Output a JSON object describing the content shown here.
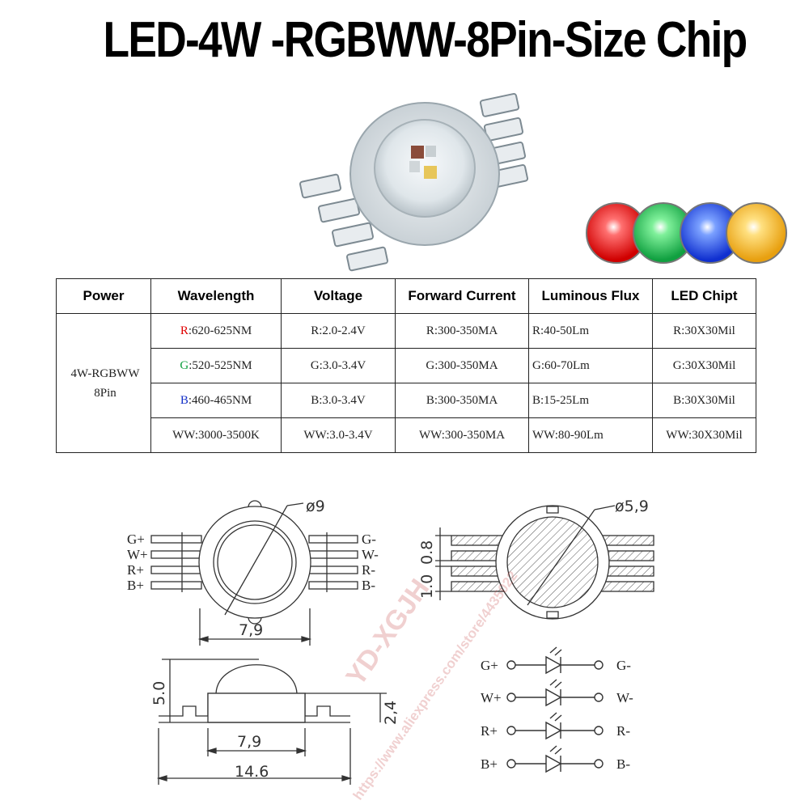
{
  "title": "LED-4W -RGBWW-8Pin-Size Chip",
  "table": {
    "headers": [
      "Power",
      "Wavelength",
      "Voltage",
      "Forward Current",
      "Luminous Flux",
      "LED Chipt"
    ],
    "power_line1": "4W-RGBWW",
    "power_line2": "8Pin",
    "rows": [
      {
        "wl_prefix": "R",
        "wl_value": ":620-625NM",
        "voltage": "R:2.0-2.4V",
        "current": "R:300-350MA",
        "flux": "R:40-50Lm",
        "chip": "R:30X30Mil"
      },
      {
        "wl_prefix": "G",
        "wl_value": ":520-525NM",
        "voltage": "G:3.0-3.4V",
        "current": "G:300-350MA",
        "flux": "G:60-70Lm",
        "chip": "G:30X30Mil"
      },
      {
        "wl_prefix": "B",
        "wl_value": ":460-465NM",
        "voltage": "B:3.0-3.4V",
        "current": "B:300-350MA",
        "flux": "B:15-25Lm",
        "chip": "B:30X30Mil"
      },
      {
        "wl_prefix": "",
        "wl_value": "WW:3000-3500K",
        "voltage": "WW:3.0-3.4V",
        "current": "WW:300-350MA",
        "flux": "WW:80-90Lm",
        "chip": "WW:30X30Mil"
      }
    ]
  },
  "colors": {
    "red": "#e00000",
    "green": "#10a040",
    "blue": "#1430c8",
    "warm_white": "#f0b020"
  },
  "drawing": {
    "top_diameter": "ø9",
    "top_width": "7,9",
    "bottom_diameter": "ø5,9",
    "pitch_a": "0.8",
    "pitch_b": "1.0",
    "side_height": "5.0",
    "side_body_height": "2,4",
    "side_body_width": "7,9",
    "side_total_width": "14.6",
    "pins_left": [
      "G+",
      "W+",
      "R+",
      "B+"
    ],
    "pins_right": [
      "G-",
      "W-",
      "R-",
      "B-"
    ],
    "schematic_left": [
      "G+",
      "W+",
      "R+",
      "B+"
    ],
    "schematic_right": [
      "G-",
      "W-",
      "R-",
      "B-"
    ]
  },
  "watermarks": [
    "YD-XGJH",
    "https://www.aliexpress.com/store/4435022"
  ]
}
